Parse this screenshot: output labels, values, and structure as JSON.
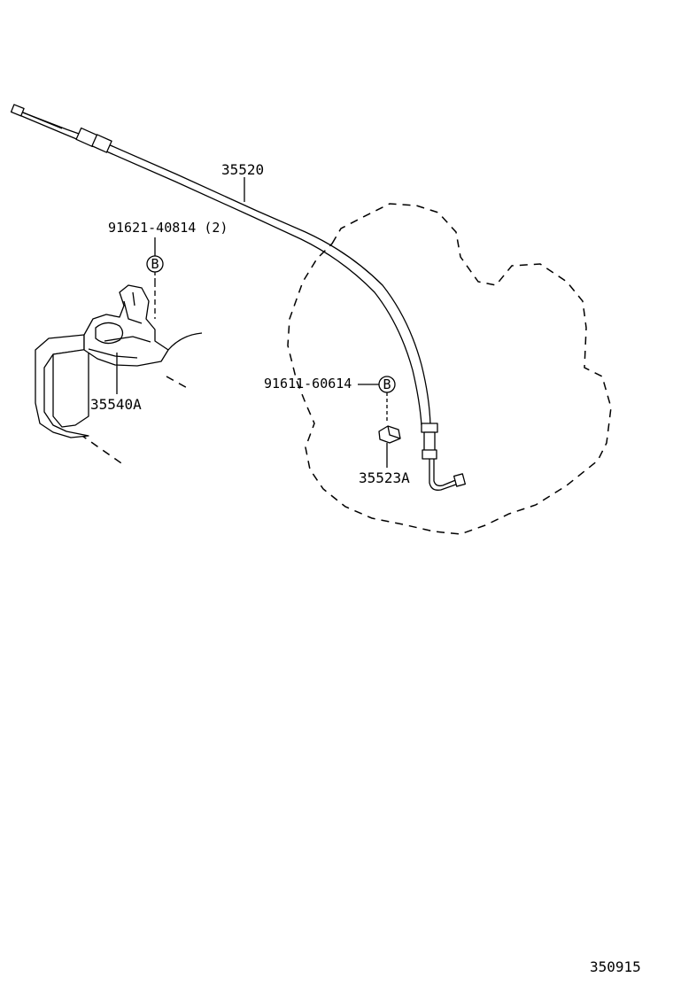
{
  "callouts": {
    "cable": "35520",
    "bolt_upper": "91621-40814 (2)",
    "bracket_assy": "35540A",
    "bolt_lower": "91611-60614",
    "clamp": "35523A"
  },
  "markers": {
    "upper": "B",
    "lower": "B"
  },
  "figure_number": "350915"
}
